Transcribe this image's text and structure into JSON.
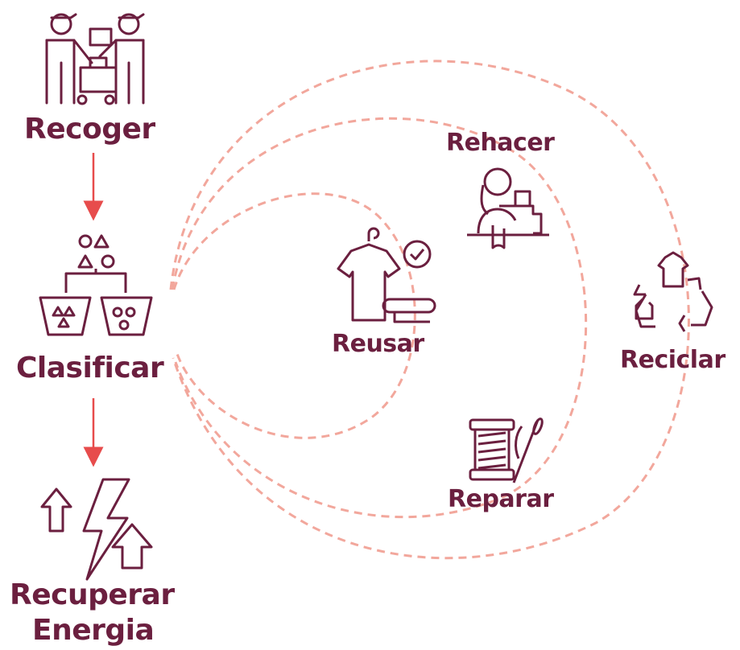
{
  "colors": {
    "primary": "#6b1f3f",
    "accent": "#e74c4c",
    "dashed": "#f2a79c"
  },
  "nodes": {
    "recoger": {
      "label": "Recoger",
      "icon": "delivery-workers-icon"
    },
    "clasificar": {
      "label": "Clasificar",
      "icon": "sorting-bins-icon"
    },
    "recuperar": {
      "label_line1": "Recuperar",
      "label_line2": "Energia",
      "icon": "energy-bolt-icon"
    },
    "reusar": {
      "label": "Reusar",
      "icon": "tshirt-check-icon"
    },
    "rehacer": {
      "label": "Rehacer",
      "icon": "seamstress-icon"
    },
    "reparar": {
      "label": "Reparar",
      "icon": "thread-spool-icon"
    },
    "reciclar": {
      "label": "Reciclar",
      "icon": "recycle-clothes-icon"
    }
  }
}
